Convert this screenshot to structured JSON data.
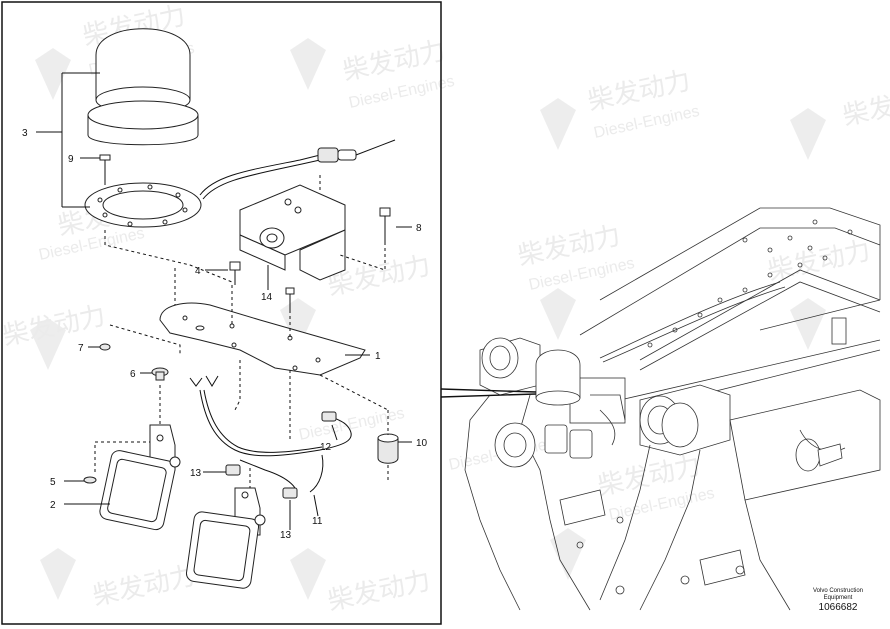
{
  "watermark": {
    "brand_cn": "柴发动力",
    "brand_en": "Diesel-Engines"
  },
  "callouts": {
    "c1": "1",
    "c2": "2",
    "c3": "3",
    "c4": "4",
    "c5": "5",
    "c6": "6",
    "c7": "7",
    "c8": "8",
    "c9": "9",
    "c10": "10",
    "c11": "11",
    "c12": "12",
    "c13a": "13",
    "c13b": "13",
    "c14": "14"
  },
  "credit": {
    "line1": "Volvo Construction",
    "line2": "Equipment",
    "number": "1066682"
  }
}
